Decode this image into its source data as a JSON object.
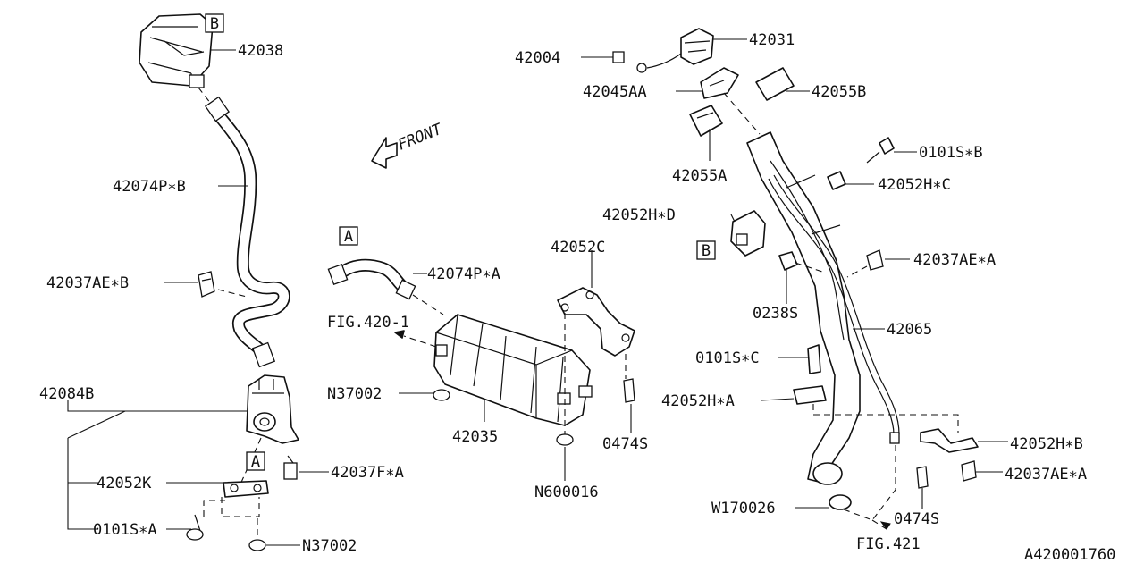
{
  "diagram_id": "A420001760",
  "front_label": "FRONT",
  "references": [
    {
      "id": "ref-b-top",
      "text": "B"
    },
    {
      "id": "ref-a-left",
      "text": "A"
    },
    {
      "id": "ref-a-center",
      "text": "A"
    },
    {
      "id": "ref-b-right",
      "text": "B"
    }
  ],
  "callouts": [
    {
      "id": "42038",
      "text": "42038"
    },
    {
      "id": "42074P-B",
      "text": "42074P∗B"
    },
    {
      "id": "42037AE-B",
      "text": "42037AE∗B"
    },
    {
      "id": "42084B",
      "text": "42084B"
    },
    {
      "id": "42052K",
      "text": "42052K"
    },
    {
      "id": "0101S-A",
      "text": "0101S∗A"
    },
    {
      "id": "N37002-bottom",
      "text": "N37002"
    },
    {
      "id": "42037F-A",
      "text": "42037F∗A"
    },
    {
      "id": "42074P-A",
      "text": "42074P∗A"
    },
    {
      "id": "FIG420-1",
      "text": "FIG.420-1"
    },
    {
      "id": "N37002-mid",
      "text": "N37002"
    },
    {
      "id": "42035",
      "text": "42035"
    },
    {
      "id": "42052C",
      "text": "42052C"
    },
    {
      "id": "0474S-mid",
      "text": "0474S"
    },
    {
      "id": "N600016",
      "text": "N600016"
    },
    {
      "id": "42004",
      "text": "42004"
    },
    {
      "id": "42031",
      "text": "42031"
    },
    {
      "id": "42045AA",
      "text": "42045AA"
    },
    {
      "id": "42055B",
      "text": "42055B"
    },
    {
      "id": "42055A",
      "text": "42055A"
    },
    {
      "id": "0101S-B",
      "text": "0101S∗B"
    },
    {
      "id": "42052H-C",
      "text": "42052H∗C"
    },
    {
      "id": "42052H-D",
      "text": "42052H∗D"
    },
    {
      "id": "42037AE-A-top",
      "text": "42037AE∗A"
    },
    {
      "id": "0238S",
      "text": "0238S"
    },
    {
      "id": "42065",
      "text": "42065"
    },
    {
      "id": "0101S-C",
      "text": "0101S∗C"
    },
    {
      "id": "42052H-A",
      "text": "42052H∗A"
    },
    {
      "id": "42052H-B",
      "text": "42052H∗B"
    },
    {
      "id": "42037AE-A-bottom",
      "text": "42037AE∗A"
    },
    {
      "id": "W170026",
      "text": "W170026"
    },
    {
      "id": "0474S-right",
      "text": "0474S"
    },
    {
      "id": "FIG421",
      "text": "FIG.421"
    }
  ]
}
